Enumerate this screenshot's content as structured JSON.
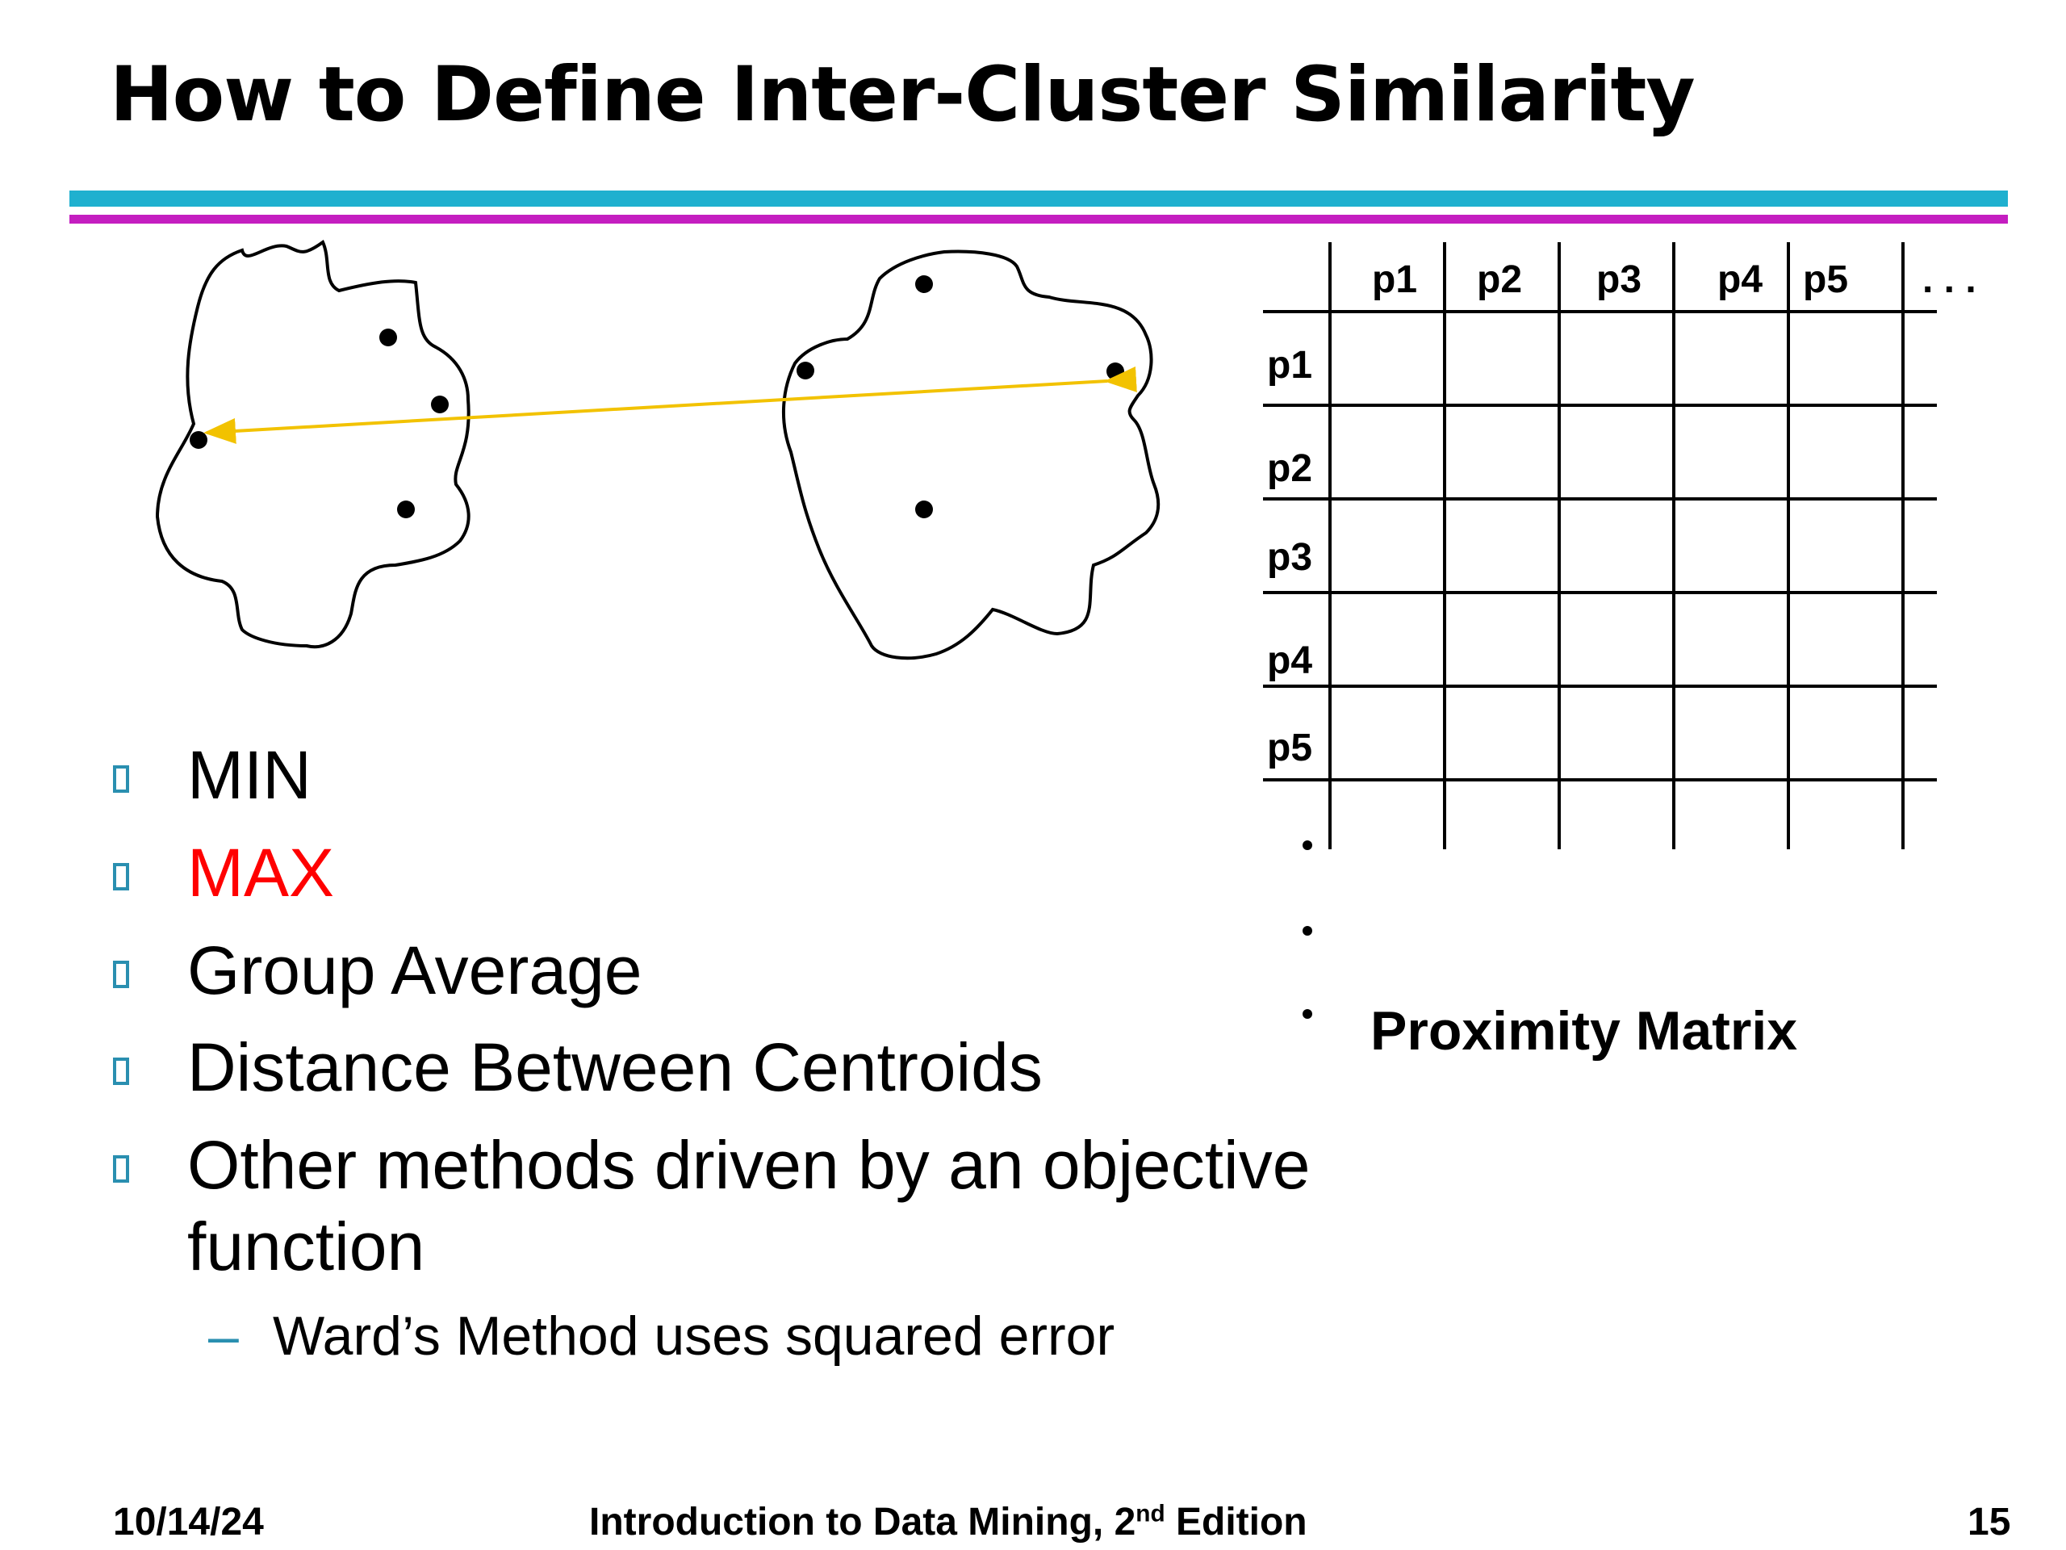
{
  "slide": {
    "title": "How to Define Inter-Cluster Similarity"
  },
  "bullets": [
    {
      "text": "MIN",
      "color": "#000000"
    },
    {
      "text": "MAX",
      "color": "#ff0000"
    },
    {
      "text": "Group Average",
      "color": "#000000"
    },
    {
      "text": "Distance Between Centroids",
      "color": "#000000"
    },
    {
      "text": "Other methods driven by an objective function",
      "color": "#000000"
    }
  ],
  "sub_bullet": {
    "dash": "–",
    "text": "Ward’s Method uses squared error"
  },
  "matrix": {
    "column_labels": [
      "p1",
      "p2",
      "p3",
      "p4",
      "p5"
    ],
    "row_labels": [
      "p1",
      "p2",
      "p3",
      "p4",
      "p5"
    ],
    "ellipsis": ". . .",
    "caption": "Proximity Matrix"
  },
  "diagram": {
    "arrow_color": "#f2c200"
  },
  "footer": {
    "date": "10/14/24",
    "book_prefix": "Introduction to Data Mining, 2",
    "book_sup": "nd",
    "book_suffix": " Edition",
    "page": "15"
  },
  "colors": {
    "rule_top": "#1fb0cf",
    "rule_bottom": "#c41ec0",
    "bullet_marker": "#2a8fb0"
  }
}
